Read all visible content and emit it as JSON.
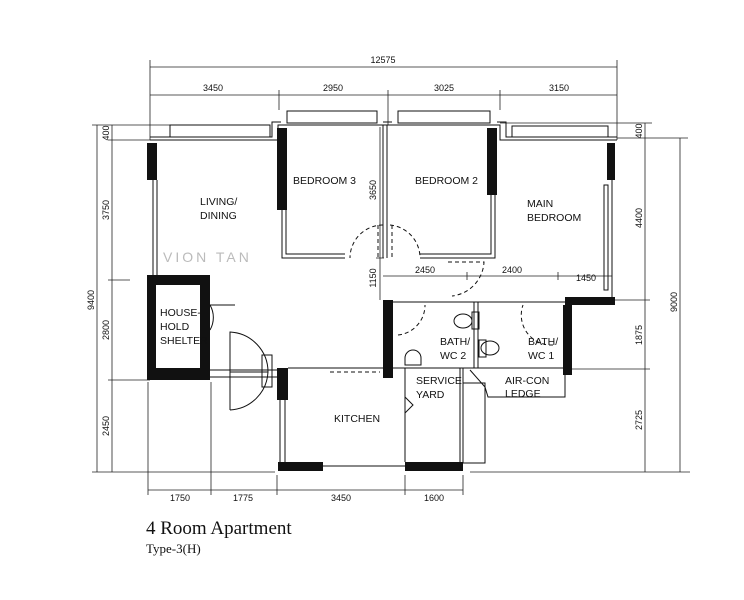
{
  "plan": {
    "title": "4 Room Apartment",
    "subtitle": "Type-3(H)",
    "watermark": "VION TAN",
    "rooms": {
      "living": [
        "LIVING/",
        "DINING"
      ],
      "bedroom3": "BEDROOM 3",
      "bedroom2": "BEDROOM 2",
      "main_bedroom": [
        "MAIN",
        "BEDROOM"
      ],
      "shelter": [
        "HOUSE-",
        "HOLD",
        "SHELTER"
      ],
      "bath2": [
        "BATH/",
        "WC 2"
      ],
      "bath1": [
        "BATH/",
        "WC 1"
      ],
      "service_yard": [
        "SERVICE",
        "YARD"
      ],
      "aircon": [
        "AIR-CON",
        "LEDGE"
      ],
      "kitchen": "KITCHEN"
    },
    "dimensions": {
      "top_total": "12575",
      "top": [
        "3450",
        "2950",
        "3025",
        "3150"
      ],
      "bottom": [
        "1750",
        "1775",
        "3450",
        "1600"
      ],
      "left_total": "9400",
      "left": [
        "400",
        "3750",
        "2800",
        "2450"
      ],
      "right_total": "9000",
      "right": [
        "400",
        "4400",
        "1875",
        "2725"
      ],
      "inner_vertical": [
        "3650",
        "1150"
      ],
      "inner_horizontal": [
        "2450",
        "2400",
        "1450"
      ]
    }
  }
}
